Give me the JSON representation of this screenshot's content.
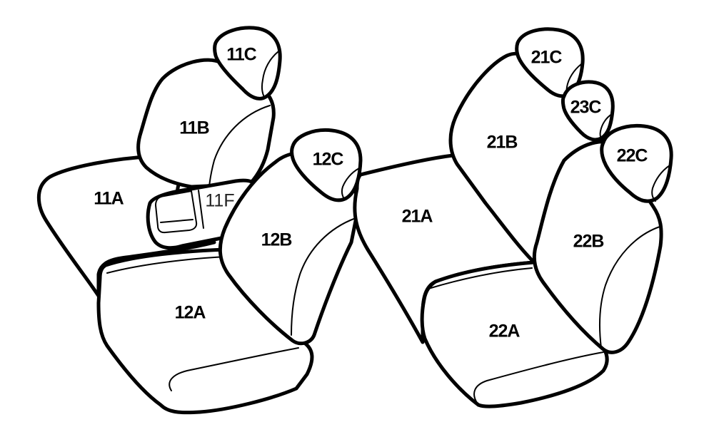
{
  "labels": {
    "s11A": "11A",
    "s11B": "11B",
    "s11C": "11C",
    "s11F": "11F",
    "s12A": "12A",
    "s12B": "12B",
    "s12C": "12C",
    "s21A": "21A",
    "s21B": "21B",
    "s21C": "21C",
    "s22A": "22A",
    "s22B": "22B",
    "s22C": "22C",
    "s23C": "23C"
  },
  "colors": {
    "line": "#000000",
    "background": "#ffffff"
  }
}
